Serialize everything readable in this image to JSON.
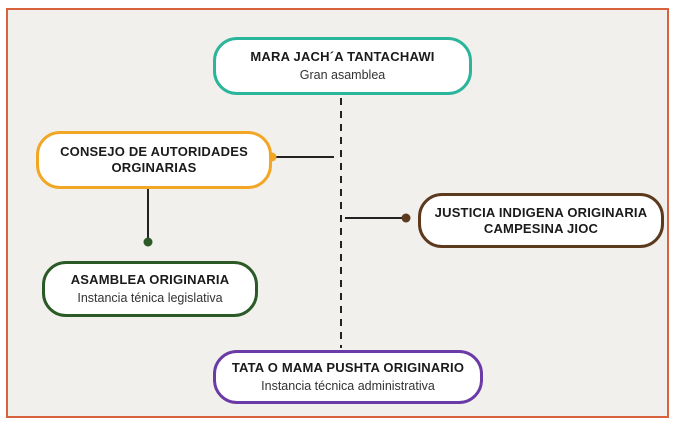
{
  "nodes": {
    "mara": {
      "title": "MARA JACH´A TANTACHAWI",
      "subtitle": "Gran asamblea"
    },
    "consejo": {
      "line1": "CONSEJO DE AUTORIDADES",
      "line2": "ORGINARIAS"
    },
    "justicia": {
      "line1": "JUSTICIA INDIGENA ORIGINARIA",
      "line2": "CAMPESINA JIOC"
    },
    "asamblea": {
      "title": "ASAMBLEA ORIGINARIA",
      "subtitle": "Instancia ténica legislativa"
    },
    "tata": {
      "title": "TATA O MAMA PUSHTA ORIGINARIO",
      "subtitle": "Instancia técnica administrativa"
    }
  },
  "colors": {
    "frame": "#d9623e",
    "mara": "#2bb59a",
    "consejo": "#f2a624",
    "justicia": "#5c3a1e",
    "asamblea": "#2b5a26",
    "tata": "#6a3aa6",
    "line": "#222222"
  }
}
